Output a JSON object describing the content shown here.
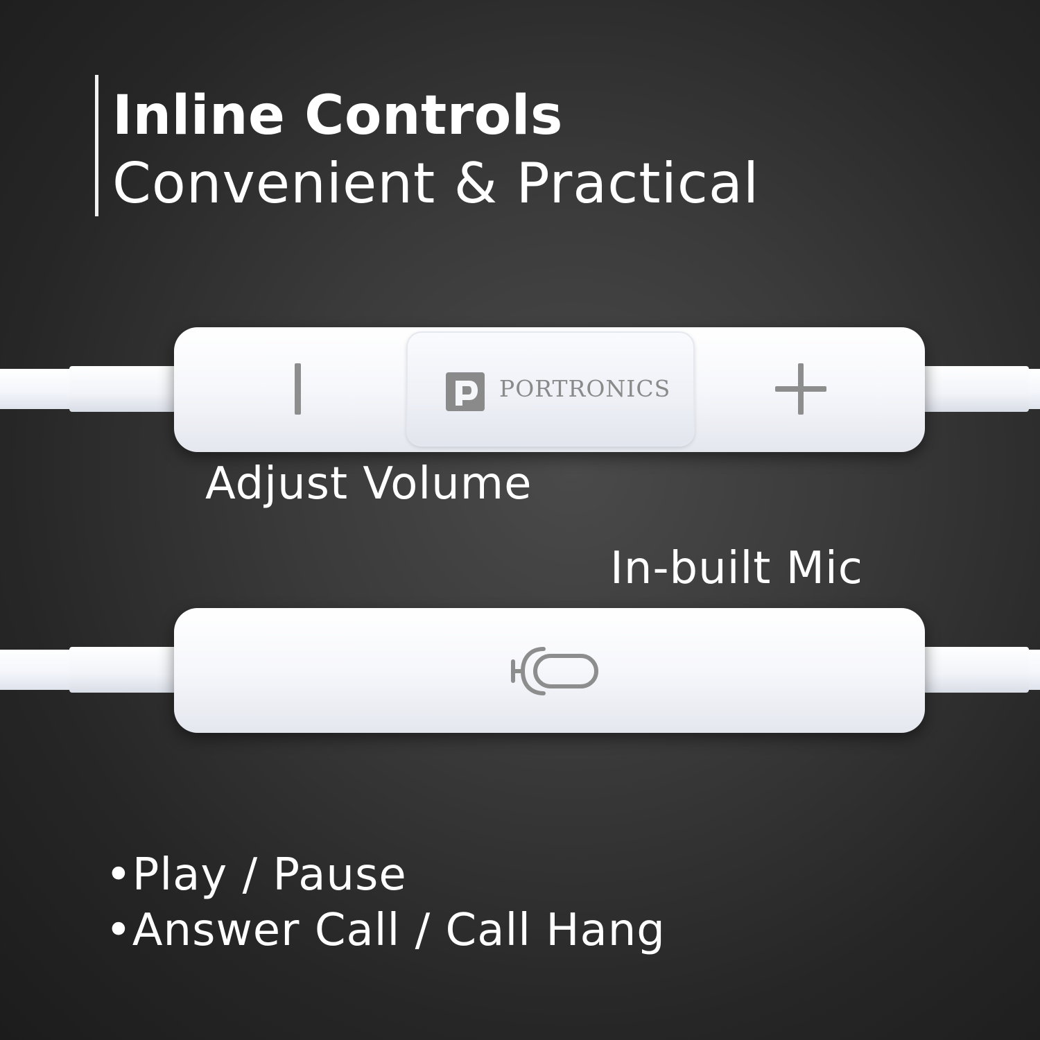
{
  "header": {
    "title": "Inline Controls",
    "subtitle": "Convenient & Practical"
  },
  "volume_remote": {
    "brand": "PORTRONICS",
    "label": "Adjust Volume",
    "icons": [
      "minus-icon",
      "brand-logo-icon",
      "plus-icon"
    ]
  },
  "mic_remote": {
    "label": "In-built Mic",
    "icons": [
      "microphone-icon"
    ]
  },
  "features": {
    "items": [
      "•Play / Pause",
      "•Answer Call / Call Hang"
    ]
  },
  "colors": {
    "background": "#2e2e2e",
    "text": "#ffffff",
    "remote_body": "#f4f6fb",
    "icon_gray": "#8d8d8d"
  }
}
